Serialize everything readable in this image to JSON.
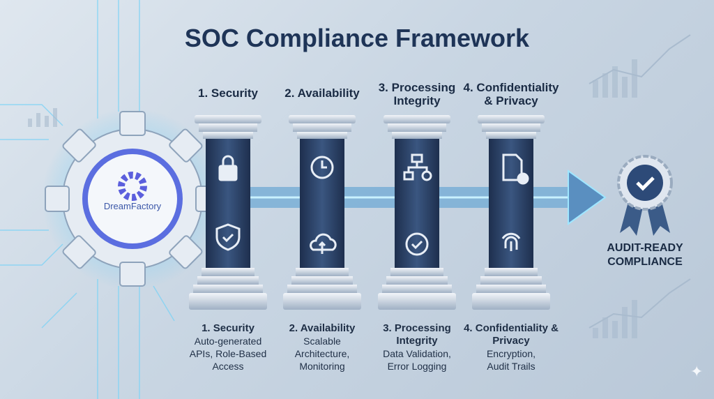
{
  "title": "SOC Compliance Framework",
  "logo": {
    "text": "DreamFactory"
  },
  "pillars": [
    {
      "header": "1. Security",
      "header2": "",
      "desc_title": "1. Security",
      "desc": [
        "Auto-generated",
        "APIs, Role-Based",
        "Access"
      ],
      "icons": [
        "lock-icon",
        "shield-check-icon"
      ]
    },
    {
      "header": "2. Availability",
      "header2": "",
      "desc_title": "2. Availability",
      "desc": [
        "Scalable",
        "Architecture,",
        "Monitoring"
      ],
      "icons": [
        "clock-icon",
        "cloud-sync-icon"
      ]
    },
    {
      "header": "3. Processing",
      "header2": "Integrity",
      "desc_title": "3. Processing Integrity",
      "desc": [
        "Data Validation,",
        "Error Logging"
      ],
      "icons": [
        "flowchart-icon",
        "check-circle-icon"
      ]
    },
    {
      "header": "4. Confidentiality",
      "header2": "& Privacy",
      "desc_title": "4. Confidentiality & Privacy",
      "desc": [
        "Encryption,",
        "Audit Trails"
      ],
      "icons": [
        "document-check-icon",
        "fingerprint-icon"
      ]
    }
  ],
  "badge": {
    "line1": "AUDIT-READY",
    "line2": "COMPLIANCE"
  },
  "colors": {
    "navy": "#1e3457",
    "glow": "#5ec8f5",
    "pillar": "#2b4066"
  }
}
